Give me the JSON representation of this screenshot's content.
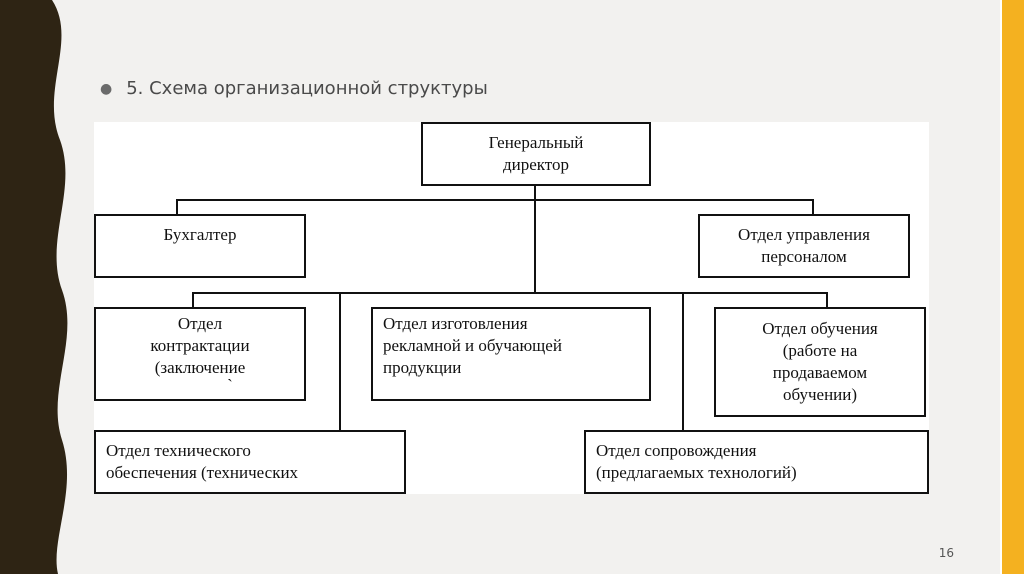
{
  "slide": {
    "bullet_text": "5. Схема организационной структуры",
    "page_number": "16",
    "accent_color": "#f4b120",
    "band_color": "#2e2414"
  },
  "diagram": {
    "ceo": [
      "Генеральный",
      "директор"
    ],
    "accountant": [
      "Бухгалтер"
    ],
    "hr": [
      "Отдел управления",
      "персоналом"
    ],
    "contracts": [
      "Отдел",
      "контрактации",
      "(заключение",
      "`"
    ],
    "production": [
      "Отдел изготовления",
      "рекламной и обучающей",
      "продукции"
    ],
    "training": [
      "Отдел обучения",
      "(работе на",
      "продаваемом",
      "обучении)"
    ],
    "tech_support": [
      "Отдел технического",
      "обеспечения (технических"
    ],
    "support": [
      "Отдел сопровождения",
      "(предлагаемых технологий)"
    ]
  }
}
